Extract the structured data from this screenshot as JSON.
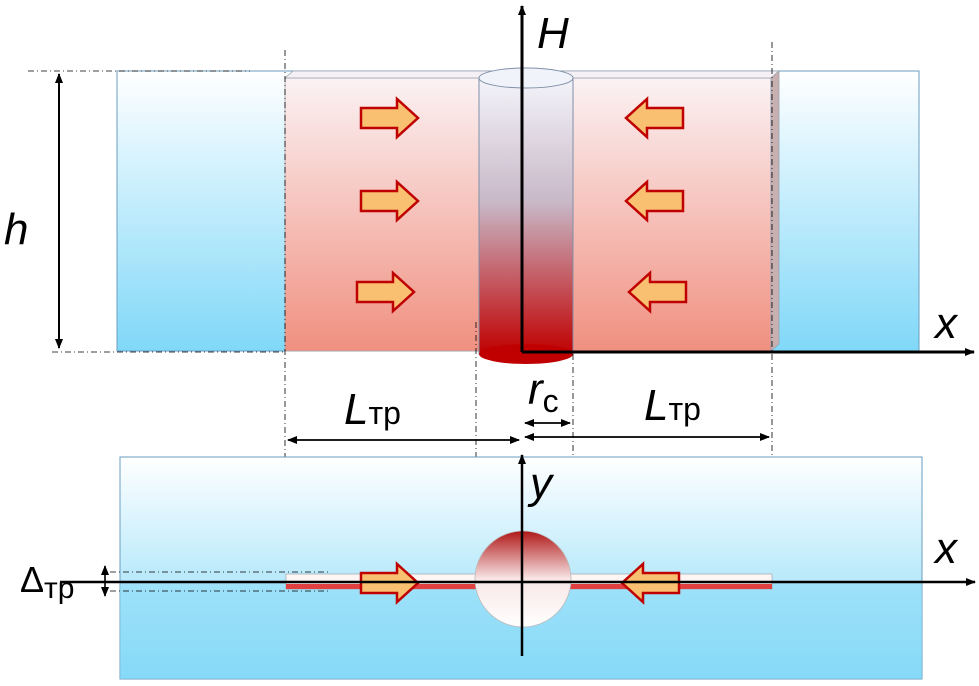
{
  "labels": {
    "h": "h",
    "H": "H",
    "x_top": "x",
    "y": "y",
    "x_bottom": "x",
    "L_main": "L",
    "L_sub": "тр",
    "L2_main": "L",
    "L2_sub": "тр",
    "r_main": "r",
    "r_sub": "c",
    "delta_main": "Δ",
    "delta_sub": "тр"
  },
  "colors": {
    "formation_blue": "#80d8f8",
    "fracture_red": "#f09080",
    "well_red": "#c00000",
    "arrow_fill": "#f8c070",
    "arrow_stroke": "#c00000",
    "axis": "#000000"
  },
  "arrows": {
    "top_left": [
      "arrow-right-icon",
      "arrow-right-icon",
      "arrow-right-icon"
    ],
    "top_right": [
      "arrow-left-icon",
      "arrow-left-icon",
      "arrow-left-icon"
    ],
    "bottom": [
      "arrow-right-icon",
      "arrow-left-icon"
    ]
  }
}
